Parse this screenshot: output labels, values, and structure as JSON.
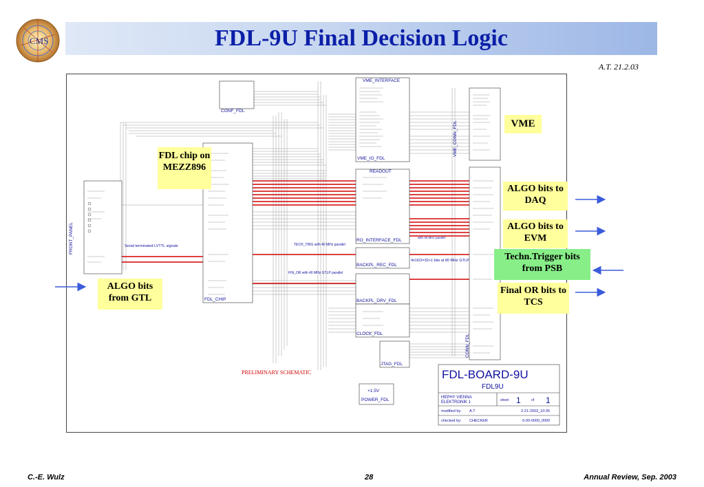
{
  "slide": {
    "title": "FDL-9U Final Decision Logic",
    "date": "A.T. 21.2.03",
    "logo_text": "CMS"
  },
  "footer": {
    "author": "C.-E. Wulz",
    "page": "28",
    "event": "Annual Review, Sep. 2003"
  },
  "callouts": {
    "fdl_chip": "FDL chip on MEZZ896",
    "vme": "VME",
    "algo_daq": "ALGO bits to DAQ",
    "algo_evm": "ALGO bits to EVM",
    "techn_psb": "Techn.Trigger bits from PSB",
    "final_or": "Final OR bits to TCS",
    "algo_gtl": "ALGO bits from GTL"
  },
  "colors": {
    "title": "#0b1fa8",
    "callout_yellow": "#ffff9c",
    "callout_green": "#88ee88",
    "arrow": "#3a5cdc",
    "bus_red": "#d40000",
    "wire_gray": "#9a9a9a"
  },
  "schematic": {
    "blocks": {
      "conf": "CONF_FDL",
      "vme_if": "VME_INTERFACE",
      "vme_io": "VME_IO_FDL",
      "readout": "READOUT",
      "ro_if": "RO_INTERFACE_FDL",
      "fdl_chip": "FDL_CHIP",
      "backpl_rec": "BACKPL_REC_FDL",
      "backpl_drv": "BACKPL_DRV_FDL",
      "clock": "CLOCK_FDL",
      "jtag": "JTAG_FDL",
      "power": "POWER_FDL",
      "power_voltage": "+1.5V",
      "front_panel": "FRONT_PANEL",
      "vme_conn": "VME_CONN_FDL",
      "conn_fdl": "CONN_FDL"
    },
    "notes": {
      "serial": "Serial terminated LVTTL signals",
      "tech_trig": "TECH_TRIG with 40 MHz parallel",
      "gtlp": "4x16/2=32+1 bits at 80 MHz GTLP",
      "fin_or": "FIN_OR with 40 MHz GTLP parallel",
      "readout_40": "with 40 MHz parallel",
      "preliminary": "PRELIMINARY SCHEMATIC"
    },
    "title_block": {
      "board": "FDL-BOARD-9U",
      "name": "FDL9U",
      "org1": "HEPHY VIENNA",
      "org2": "ELEKTRONIK 1",
      "sheet_label": "sheet",
      "sheet": "1",
      "of_label": "of",
      "of": "1",
      "modified_label": "modified by:",
      "modified_by": "A.T",
      "modified_date": "2-21-2003_10:35",
      "checked_label": "checked by:",
      "checked_by": "CHECKER",
      "doc_no": "0-00-0000_0000"
    }
  }
}
